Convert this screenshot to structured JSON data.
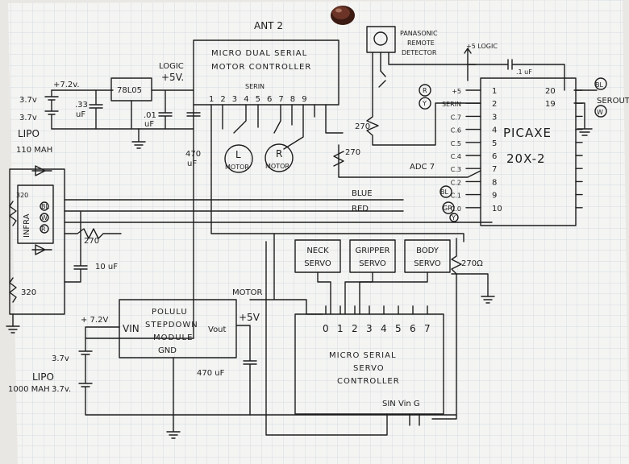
{
  "title": "ANT 2",
  "colors": {
    "paper": "#f4f4f2",
    "grid": "#c9d3dc",
    "ink": "#1d1d1d",
    "pin": "#5a2a1e"
  },
  "battery_top": {
    "v1": "+7.2v.",
    "c1": "3.7v",
    "c2": "3.7v",
    "type": "LIPO",
    "cap": "110 MAH"
  },
  "regulator": {
    "name": "78L05",
    "cap_in_a": ".33",
    "cap_in_b": "uF",
    "cap_out_a": ".01",
    "cap_out_b": "uF",
    "logic_a": "LOGIC",
    "logic_b": "+5V."
  },
  "motor_ctrl": {
    "line1": "MICRO DUAL SERIAL",
    "line2": "MOTOR CONTROLLER",
    "serin": "SERIN",
    "pins": [
      "1",
      "2",
      "3",
      "4",
      "5",
      "6",
      "7",
      "8",
      "9"
    ],
    "cap_a": "470",
    "cap_b": "uF"
  },
  "motor_l": {
    "letter": "L",
    "word": "MOTOR"
  },
  "motor_r": {
    "letter": "R",
    "word": "MOTOR"
  },
  "detector": {
    "line1": "PANASONIC",
    "line2": "REMOTE",
    "line3": "DETECTOR"
  },
  "picaxe": {
    "name": "PICAXE",
    "model": "20X-2",
    "plus5logic": "+5 LOGIC",
    "cap": ".1 uF",
    "left_pins": [
      "1",
      "2",
      "3",
      "4",
      "5",
      "6",
      "7",
      "8",
      "9",
      "10"
    ],
    "left_labels": [
      "+5",
      "SERIN",
      "C.7",
      "C.6",
      "C.5",
      "C.4",
      "C.3",
      "C.2",
      "C.1",
      "C.0"
    ],
    "tags_left": [
      "R",
      "Y"
    ],
    "right_pins": [
      "20",
      "19"
    ],
    "serout": "SEROUT",
    "tags_right": [
      "BL",
      "W"
    ],
    "res1": "270",
    "res2": "270",
    "adc": "ADC 7",
    "tag_bl": "BL",
    "tag_gr": "GR",
    "tag_y": "Y"
  },
  "infra_sensor": {
    "vertical": "INFRA",
    "res_a": "320",
    "res_b": "320",
    "res_c": "270",
    "cap": "10 uF",
    "tags": [
      "BL",
      "W",
      "R"
    ]
  },
  "wires": {
    "blue": "BLUE",
    "red": "RED"
  },
  "servos": [
    {
      "a": "NECK",
      "b": "SERVO"
    },
    {
      "a": "GRIPPER",
      "b": "SERVO"
    },
    {
      "a": "BODY",
      "b": "SERVO"
    }
  ],
  "servo_res": "270Ω",
  "stepdown": {
    "l1": "POLULU",
    "l2": "STEPDOWN",
    "l3": "MODULE",
    "gnd": "GND",
    "vin": "VIN",
    "vout": "Vout",
    "vin_v": "+ 7.2V",
    "vout_v": "+5V",
    "motor": "MOTOR",
    "cap": "470 uF"
  },
  "battery_bottom": {
    "type": "LIPO",
    "cap": "1000 MAH",
    "c1": "3.7v",
    "c2": "3.7v."
  },
  "servo_ctrl": {
    "l1": "MICRO SERIAL",
    "l2": "SERVO",
    "l3": "CONTROLLER",
    "pins": [
      "0",
      "1",
      "2",
      "3",
      "4",
      "5",
      "6",
      "7"
    ],
    "bottom": "SIN Vin G"
  }
}
